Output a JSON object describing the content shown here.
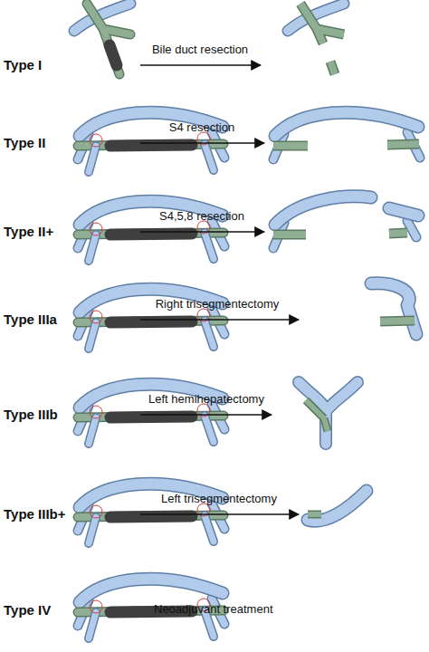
{
  "diagram": {
    "labels": [
      "Type I",
      "Bile duct resection",
      "Type II",
      "S4 resection",
      "Type II+",
      "S4,5,8 resection",
      "Type IIIa",
      "Right trisegmentectomy",
      "Type IIIb",
      "Left hemihepatectomy",
      "Type IIIb+",
      "Left trisegmentectomy",
      "Type IV",
      "Neoadjuvant treatment"
    ]
  }
}
